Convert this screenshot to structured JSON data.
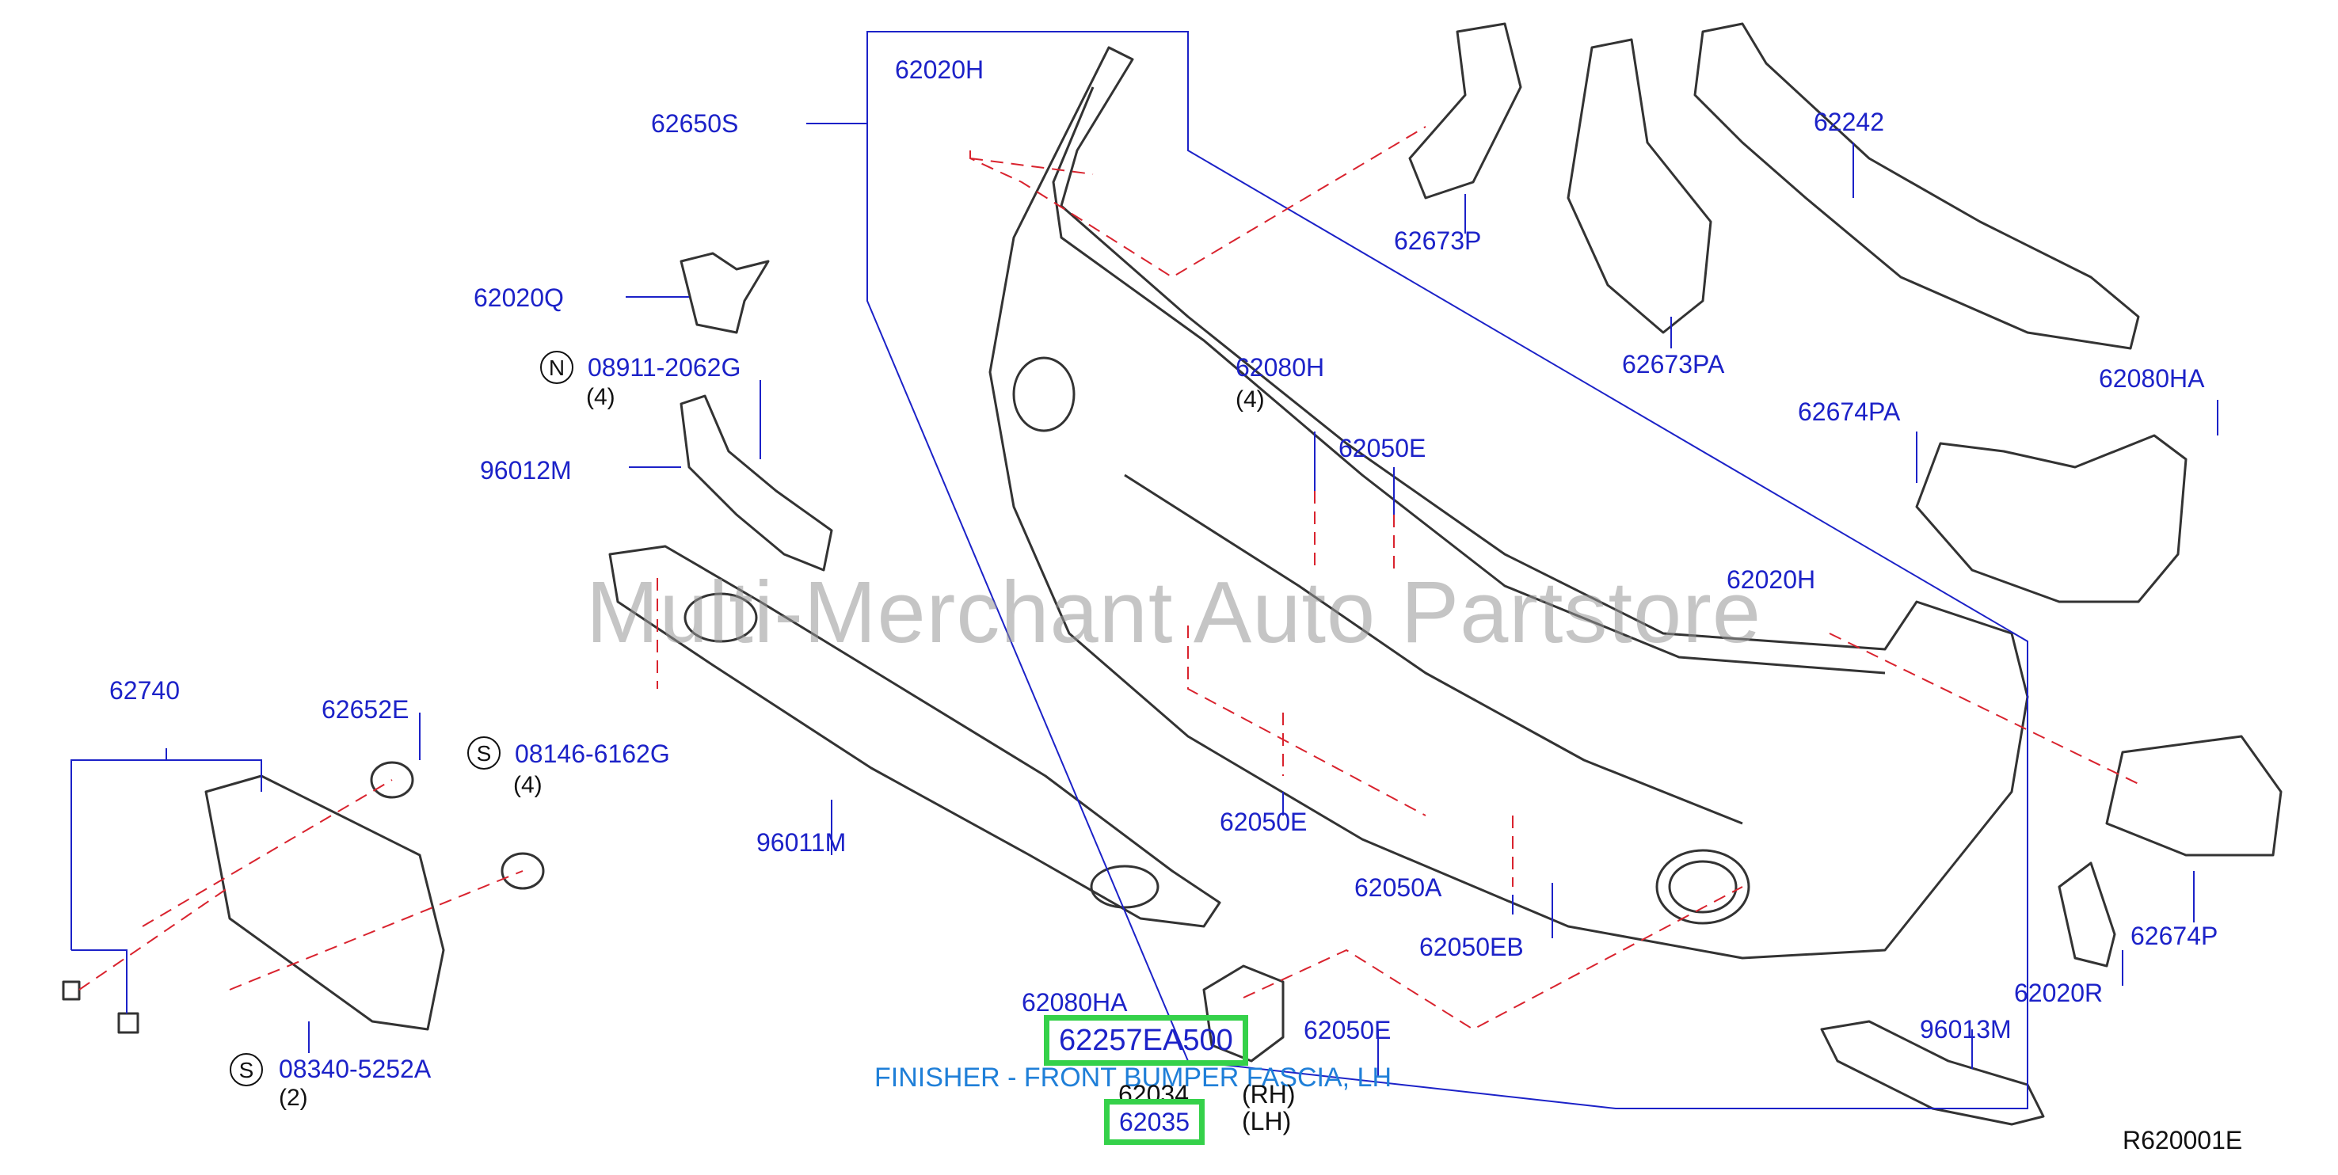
{
  "watermark": "Multi-Merchant Auto Partstore",
  "diagram_code": "R620001E",
  "highlight_color": "#35d14a",
  "label_color": "#1c22c8",
  "finisher_label": "FINISHER - FRONT BUMPER FASCIA, LH",
  "parts": {
    "p62020H_top": "62020H",
    "p62650S": "62650S",
    "p62673P": "62673P",
    "p62242": "62242",
    "p62673PA": "62673PA",
    "p62020Q": "62020Q",
    "p08911": "08911-2062G",
    "p08911_qty": "(4)",
    "p08911_sym": "N",
    "p62080H": "62080H",
    "p62080H_qty": "(4)",
    "p62674PA": "62674PA",
    "p62080HA_right": "62080HA",
    "p96012M": "96012M",
    "p62050E_mid": "62050E",
    "p62020H_right": "62020H",
    "p62740": "62740",
    "p62652E": "62652E",
    "p08146": "08146-6162G",
    "p08146_qty": "(4)",
    "p08146_sym": "S",
    "p96011M": "96011M",
    "p62050E_low": "62050E",
    "p62050A": "62050A",
    "p62050EB": "62050EB",
    "p62674P": "62674P",
    "p62020R": "62020R",
    "p08340": "08340-5252A",
    "p08340_qty": "(2)",
    "p08340_sym": "S",
    "p62080HA_bottom": "62080HA",
    "p62257EA500": "62257EA500",
    "p62050E_bottom": "62050E",
    "p62034": "62034",
    "p62034_side": "(RH)",
    "p62035": "62035",
    "p62035_side": "(LH)",
    "p96013M": "96013M"
  }
}
